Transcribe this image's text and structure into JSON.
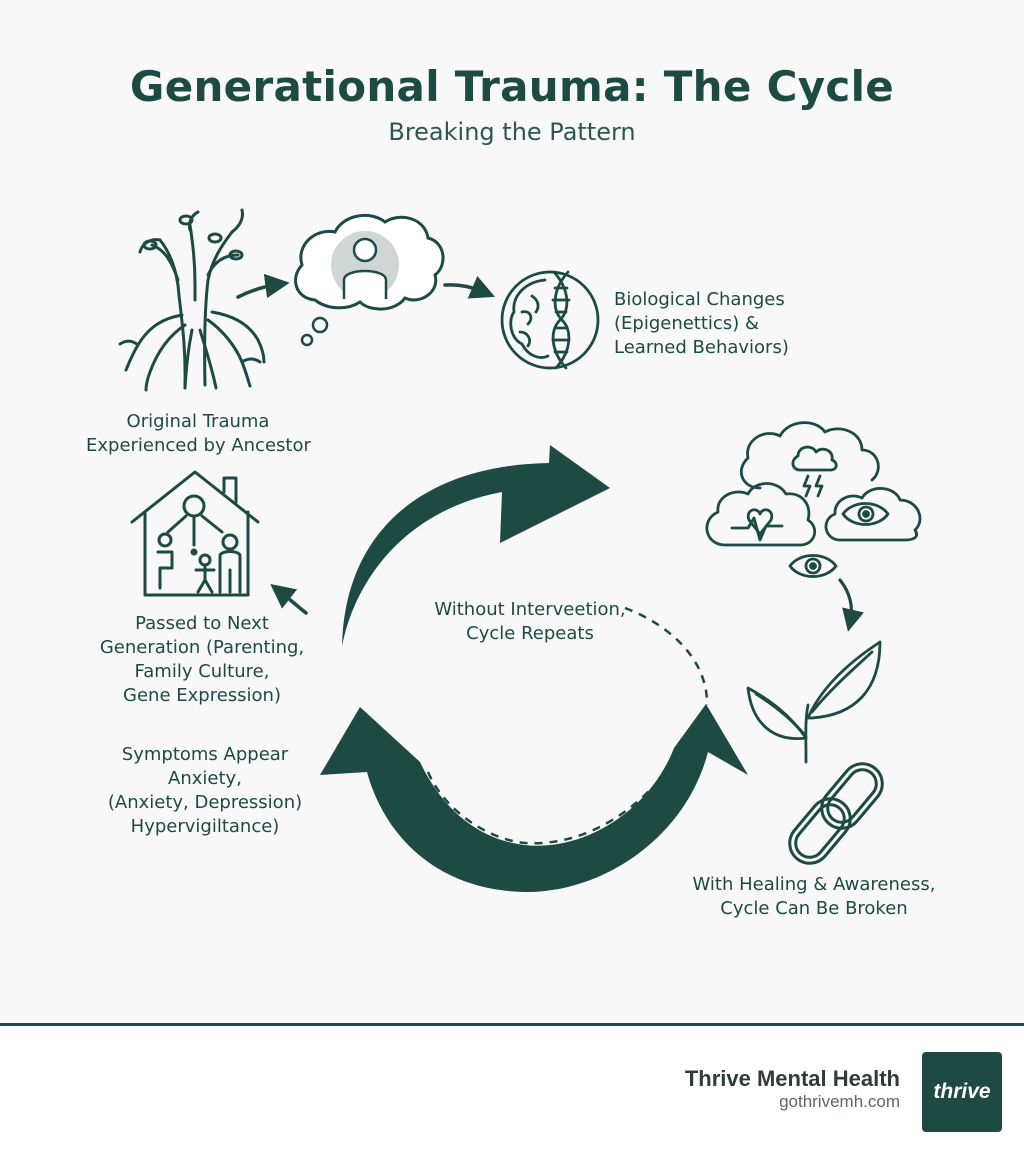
{
  "title": "Generational Trauma: The Cycle",
  "subtitle": "Breaking the Pattern",
  "stages": {
    "original": [
      "Original Trauma",
      "Experienced by Ancestor"
    ],
    "biological": [
      "Biological Changes",
      "(Epigenettics) &",
      "Learned Behaviors)"
    ],
    "passed": [
      "Passed to Next",
      "Generation (Parenting,",
      "Family Culture,",
      "Gene Expression)"
    ],
    "symptoms": [
      "Symptoms Appear",
      "Anxiety,",
      "(Anxiety, Depression)",
      "Hypervigiltance)"
    ],
    "without": [
      "Without Interveetion,",
      "Cycle Repeats"
    ],
    "healing": [
      "With Healing & Awareness,",
      "Cycle Can Be Broken"
    ]
  },
  "footer": {
    "brand_name": "Thrive Mental Health",
    "brand_url": "gothrivemh.com",
    "logo_text": "thrive"
  },
  "colors": {
    "primary": "#1d4a42",
    "background": "#f7f8f7"
  },
  "icons": [
    "tree-roots-icon",
    "thought-bubble-person-icon",
    "brain-dna-icon",
    "family-house-icon",
    "storm-cloud-heart-eye-icon",
    "sprout-leaf-icon",
    "broken-chain-link-icon"
  ]
}
